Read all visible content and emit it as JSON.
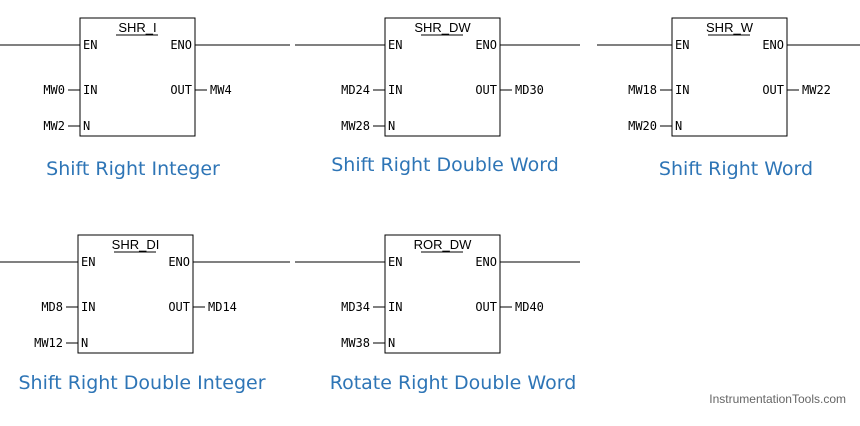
{
  "blocks": [
    {
      "title": "SHR_I",
      "pins": {
        "en": "EN",
        "eno": "ENO",
        "in": "IN",
        "out": "OUT",
        "n": "N"
      },
      "operands": {
        "in": "MW0",
        "out": "MW4",
        "n": "MW2"
      },
      "caption": "Shift Right Integer"
    },
    {
      "title": "SHR_DW",
      "pins": {
        "en": "EN",
        "eno": "ENO",
        "in": "IN",
        "out": "OUT",
        "n": "N"
      },
      "operands": {
        "in": "MD24",
        "out": "MD30",
        "n": "MW28"
      },
      "caption": "Shift Right Double Word"
    },
    {
      "title": "SHR_W",
      "pins": {
        "en": "EN",
        "eno": "ENO",
        "in": "IN",
        "out": "OUT",
        "n": "N"
      },
      "operands": {
        "in": "MW18",
        "out": "MW22",
        "n": "MW20"
      },
      "caption": "Shift Right Word"
    },
    {
      "title": "SHR_DI",
      "pins": {
        "en": "EN",
        "eno": "ENO",
        "in": "IN",
        "out": "OUT",
        "n": "N"
      },
      "operands": {
        "in": "MD8",
        "out": "MD14",
        "n": "MW12"
      },
      "caption": "Shift Right Double Integer"
    },
    {
      "title": "ROR_DW",
      "pins": {
        "en": "EN",
        "eno": "ENO",
        "in": "IN",
        "out": "OUT",
        "n": "N"
      },
      "operands": {
        "in": "MD34",
        "out": "MD40",
        "n": "MW38"
      },
      "caption": "Rotate Right Double Word"
    }
  ],
  "credit": "InstrumentationTools.com",
  "colors": {
    "caption": "#2e75b6",
    "line": "#000000",
    "credit": "#666666"
  }
}
